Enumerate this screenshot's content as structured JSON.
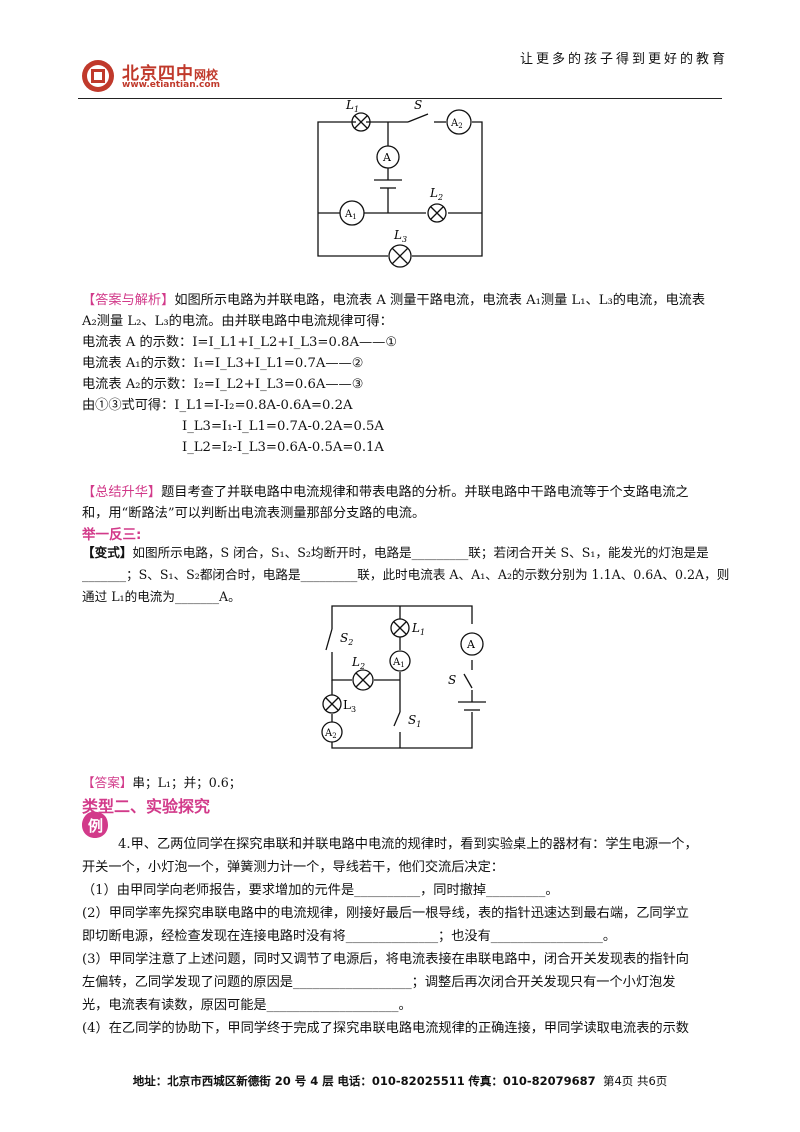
{
  "header": {
    "slogan": "让更多的孩子得到更好的教育",
    "logo_name": "北京四中",
    "logo_suffix": "网校",
    "logo_url": "www.etiantian.com"
  },
  "figure1": {
    "labels": {
      "L1": "L",
      "L1_sub": "1",
      "S": "S",
      "A2": "A",
      "A2_sub": "2",
      "A": "A",
      "A1": "A",
      "A1_sub": "1",
      "L2": "L",
      "L2_sub": "2",
      "L3": "L",
      "L3_sub": "3"
    }
  },
  "answer1": {
    "tag": "【答案与解析】",
    "line1": "如图所示电路为并联电路，电流表 A 测量干路电流，电流表 A₁测量 L₁、L₃的电流，电流表",
    "line2": "A₂测量 L₂、L₃的电流。由并联电路中电流规律可得：",
    "eq1": "电流表 A 的示数：I=I_L1+I_L2+I_L3=0.8A——①",
    "eq2": "电流表 A₁的示数：I₁=I_L3+I_L1=0.7A——②",
    "eq3": "电流表 A₂的示数：I₂=I_L2+I_L3=0.6A——③",
    "eq4": "由①③式可得：I_L1=I-I₂=0.8A-0.6A=0.2A",
    "eq5": "I_L3=I₁-I_L1=0.7A-0.2A=0.5A",
    "eq6": "I_L2=I₂-I_L3=0.6A-0.5A=0.1A"
  },
  "summary": {
    "tag": "【总结升华】",
    "line1": "题目考查了并联电路中电流规律和带表电路的分析。并联电路中干路电流等于个支路电流之",
    "line2": "和，用“断路法”可以判断出电流表测量那部分支路的电流。"
  },
  "juyi": "举一反三:",
  "variant": {
    "tag": "【变式】",
    "line1": "如图所示电路，S 闭合，S₁、S₂均断开时，电路是_________联；若闭合开关 S、S₁，能发光的灯泡是是",
    "line2": "_______；S、S₁、S₂都闭合时，电路是_________联，此时电流表 A、A₁、A₂的示数分别为 1.1A、0.6A、0.2A，则",
    "line3": "通过 L₁的电流为_______A。"
  },
  "figure2": {
    "labels": {
      "S2": "S",
      "S2_sub": "2",
      "L1": "L",
      "L1_sub": "1",
      "A1": "A",
      "A1_sub": "1",
      "A": "A",
      "L2": "L",
      "L2_sub": "2",
      "S": "S",
      "L3": "L",
      "L3_sub": "3",
      "A2": "A",
      "A2_sub": "2",
      "S1": "S",
      "S1_sub": "1"
    }
  },
  "answer2": {
    "tag": "【答案】",
    "text": "串；L₁；并；0.6；"
  },
  "section2": "类型二、实验探究",
  "example": {
    "badge": "例",
    "line1": "4.甲、乙两位同学在探究串联和并联电路中电流的规律时，看到实验桌上的器材有：学生电源一个，",
    "line2": "开关一个，小灯泡一个，弹簧测力计一个，导线若干，他们交流后决定：",
    "line3": "（1）由甲同学向老师报告，要求增加的元件是__________，同时撤掉_________。",
    "line4": "(2）甲同学率先探究串联电路中的电流规律，刚接好最后一根导线，表的指针迅速达到最右端，乙同学立",
    "line5": "即切断电源，经检查发现在连接电路时没有将______________；也没有_________________。",
    "line6": "(3）甲同学注意了上述问题，同时又调节了电源后，将电流表接在串联电路中，闭合开关发现表的指针向",
    "line7": "左偏转，乙同学发现了问题的原因是__________________；调整后再次闭合开关发现只有一个小灯泡发",
    "line8": "光，电流表有读数，原因可能是____________________。",
    "line9": "(4）在乙同学的协助下，甲同学终于完成了探究串联电路电流规律的正确连接，甲同学读取电流表的示数"
  },
  "footer": {
    "address_label": "地址：",
    "address": "北京市西城区新德街 20 号 4 层",
    "phone_label": "电话：",
    "phone": "010-82025511",
    "fax_label": "传真：",
    "fax": "010-82079687",
    "page": "第4页  共6页"
  }
}
